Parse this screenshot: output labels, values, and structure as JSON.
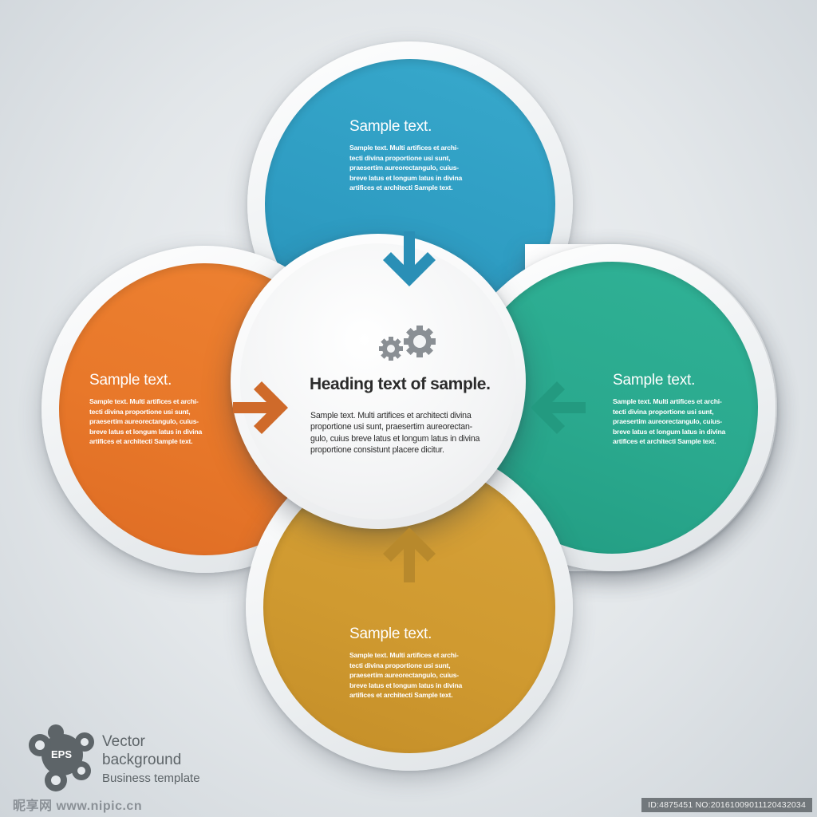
{
  "colors": {
    "blue": "#2ea0c4",
    "orange": "#e8782a",
    "green": "#2aa98e",
    "gold": "#d09a30",
    "text_dark": "#2b2b2b"
  },
  "center": {
    "icon": "gears-icon",
    "heading": "Heading text of sample.",
    "body_lines": [
      "Sample text. Multi artifices et architecti divina",
      "proportione usi sunt, praesertim aureorectan-",
      "gulo, cuius breve latus et longum latus in divina",
      "proportione consistunt placere dicitur."
    ]
  },
  "petals": {
    "top": {
      "title": "Sample text.",
      "body_lines": [
        "Sample text. Multi artifices et archi-",
        "tecti divina proportione usi sunt,",
        "praesertim aureorectangulo, cuius-",
        "breve latus et longum latus in divina",
        "artifices et architecti Sample text."
      ]
    },
    "left": {
      "title": "Sample text.",
      "body_lines": [
        "Sample text. Multi artifices et archi-",
        "tecti divina proportione usi sunt,",
        "praesertim aureorectangulo, cuius-",
        "breve latus et longum latus in divina",
        "artifices et architecti Sample text."
      ]
    },
    "right": {
      "title": "Sample text.",
      "body_lines": [
        "Sample text. Multi artifices et archi-",
        "tecti divina proportione usi sunt,",
        "praesertim aureorectangulo, cuius-",
        "breve latus et longum latus in divina",
        "artifices et architecti Sample text."
      ]
    },
    "bottom": {
      "title": "Sample text.",
      "body_lines": [
        "Sample text. Multi artifices et archi-",
        "tecti divina proportione usi sunt,",
        "praesertim aureorectangulo, cuius-",
        "breve latus et longum latus in divina",
        "artifices et architecti Sample text."
      ]
    }
  },
  "branding": {
    "badge": "EPS",
    "line1": "Vector",
    "line2": "background",
    "line3": "Business template",
    "watermark_left": "昵享网 www.nipic.cn",
    "watermark_right": "ID:4875451 NO:20161009011120432034"
  }
}
